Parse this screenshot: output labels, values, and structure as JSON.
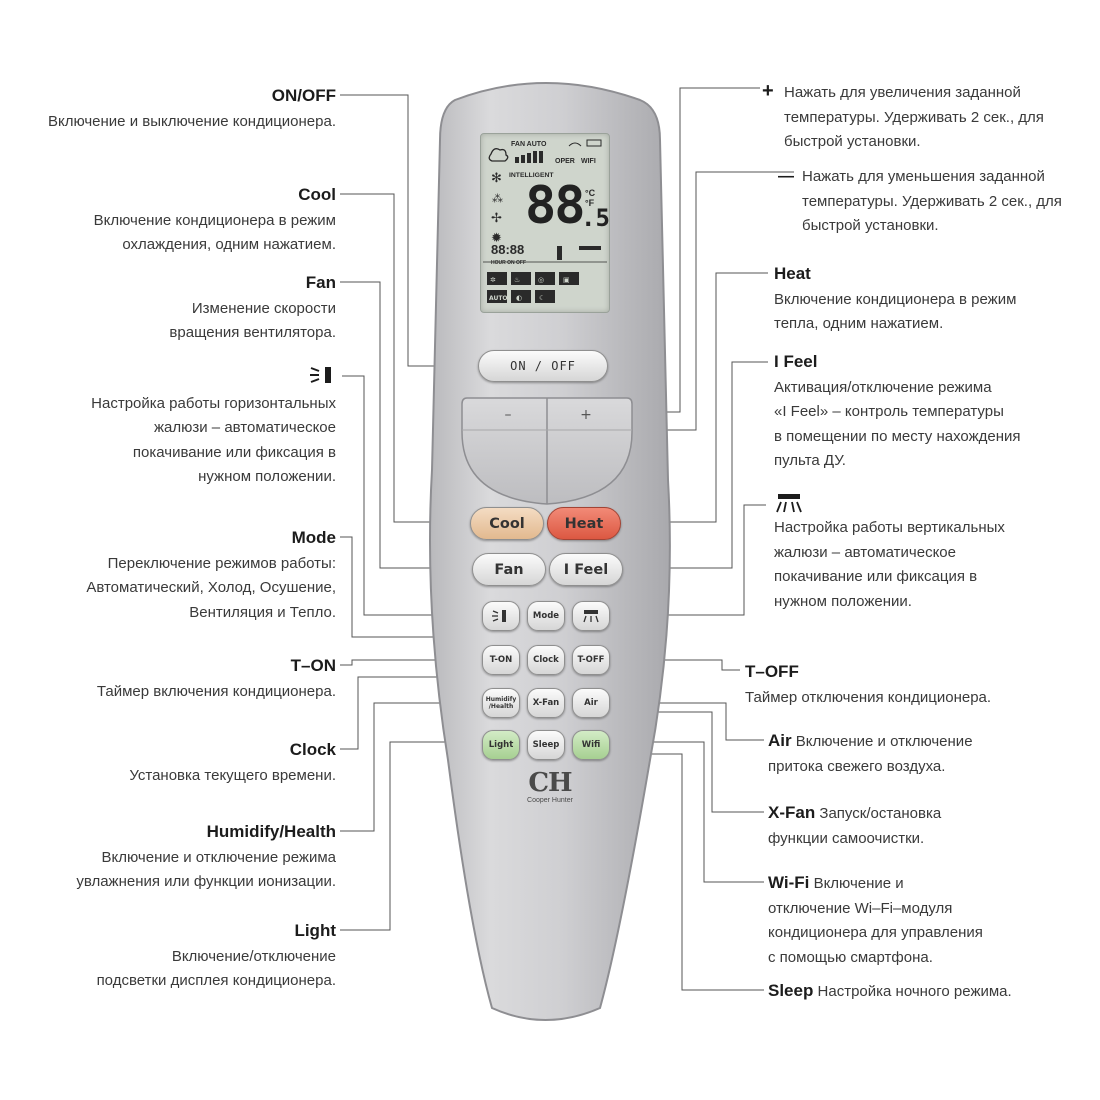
{
  "colors": {
    "cool": "#e9c6a2",
    "heat": "#e76b57",
    "green": "#b9dca8",
    "body": "#c8c8ca"
  },
  "left": [
    {
      "id": "onoff",
      "title": "ON/OFF",
      "desc": [
        "Включение и выключение кондиционера."
      ]
    },
    {
      "id": "cool",
      "title": "Cool",
      "desc": [
        "Включение кондиционера в режим",
        "охлаждения, одним нажатием."
      ]
    },
    {
      "id": "fan",
      "title": "Fan",
      "desc": [
        "Изменение скорости",
        "вращения вентилятора."
      ]
    },
    {
      "id": "hswing",
      "title": "",
      "desc": [
        "Настройка работы горизонтальных",
        "жалюзи – автоматическое",
        "покачивание или фиксация в",
        "нужном положении."
      ]
    },
    {
      "id": "mode",
      "title": "Mode",
      "desc": [
        "Переключение режимов работы:",
        "Автоматический, Холод, Осушение,",
        "Вентиляция и Тепло."
      ]
    },
    {
      "id": "ton",
      "title": "T–ON",
      "desc": [
        "Таймер включения кондиционера."
      ]
    },
    {
      "id": "clock",
      "title": "Clock",
      "desc": [
        "Установка текущего времени."
      ]
    },
    {
      "id": "humid",
      "title": "Humidify/Health",
      "desc": [
        "Включение и отключение режима",
        "увлажнения или функции ионизации."
      ]
    },
    {
      "id": "light",
      "title": "Light",
      "desc": [
        "Включение/отключение",
        "подсветки дисплея кондиционера."
      ]
    }
  ],
  "right": [
    {
      "id": "plus",
      "sym": "+",
      "desc": [
        "Нажать для увеличения заданной",
        "температуры. Удерживать 2 сек., для",
        "быстрой установки."
      ]
    },
    {
      "id": "minus",
      "sym": "—",
      "desc": [
        "Нажать для уменьшения заданной",
        "температуры. Удерживать 2 сек., для",
        "быстрой установки."
      ]
    },
    {
      "id": "heat",
      "title": "Heat",
      "desc": [
        "Включение кондиционера в режим",
        "тепла, одним нажатием."
      ]
    },
    {
      "id": "ifeel",
      "title": "I Feel",
      "desc": [
        "Активация/отключение режима",
        "«I Feel» – контроль температуры",
        "в помещении по месту нахождения",
        "пульта ДУ."
      ]
    },
    {
      "id": "vswing",
      "title": "",
      "desc": [
        "Настройка работы вертикальных",
        "жалюзи – автоматическое",
        "покачивание или фиксация в",
        "нужном положении."
      ]
    },
    {
      "id": "toff",
      "title": "T–OFF",
      "desc": [
        "Таймер отключения кондиционера."
      ]
    },
    {
      "id": "air",
      "title": "Air",
      "inline": "Включение и отключение",
      "desc": [
        "притока свежего воздуха."
      ]
    },
    {
      "id": "xfan",
      "title": "X-Fan",
      "inline": "Запуск/остановка",
      "desc": [
        "функции самоочистки."
      ]
    },
    {
      "id": "wifi",
      "title": "Wi-Fi",
      "inline": "Включение и",
      "desc": [
        "отключение Wi–Fi–модуля",
        "кондиционера для управления",
        "с помощью смартфона."
      ]
    },
    {
      "id": "sleep",
      "title": "Sleep",
      "inline": "Настройка ночного режима.",
      "desc": []
    }
  ],
  "remote": {
    "onoff": "ON / OFF",
    "minus": "–",
    "plus": "+",
    "cool": "Cool",
    "heat": "Heat",
    "fan": "Fan",
    "ifeel": "I Feel",
    "row1": [
      "",
      "Mode",
      ""
    ],
    "row2": [
      "T-ON",
      "Clock",
      "T-OFF"
    ],
    "row3": [
      "Humidify /Health",
      "X-Fan",
      "Air"
    ],
    "row4": [
      "Light",
      "Sleep",
      "Wifi"
    ],
    "brand": "CH",
    "brand_sub": "Cooper Hunter",
    "lcd": {
      "top": "FAN AUTO",
      "oper": "OPER",
      "wifi": "WIFI",
      "intelligent": "INTELLIGENT",
      "temp": "88",
      "dec": ".5",
      "unit_c": "°C",
      "unit_f": "°F",
      "clock": "88:88",
      "timer": "HOUR ON OFF",
      "auto": "AUTO"
    }
  }
}
